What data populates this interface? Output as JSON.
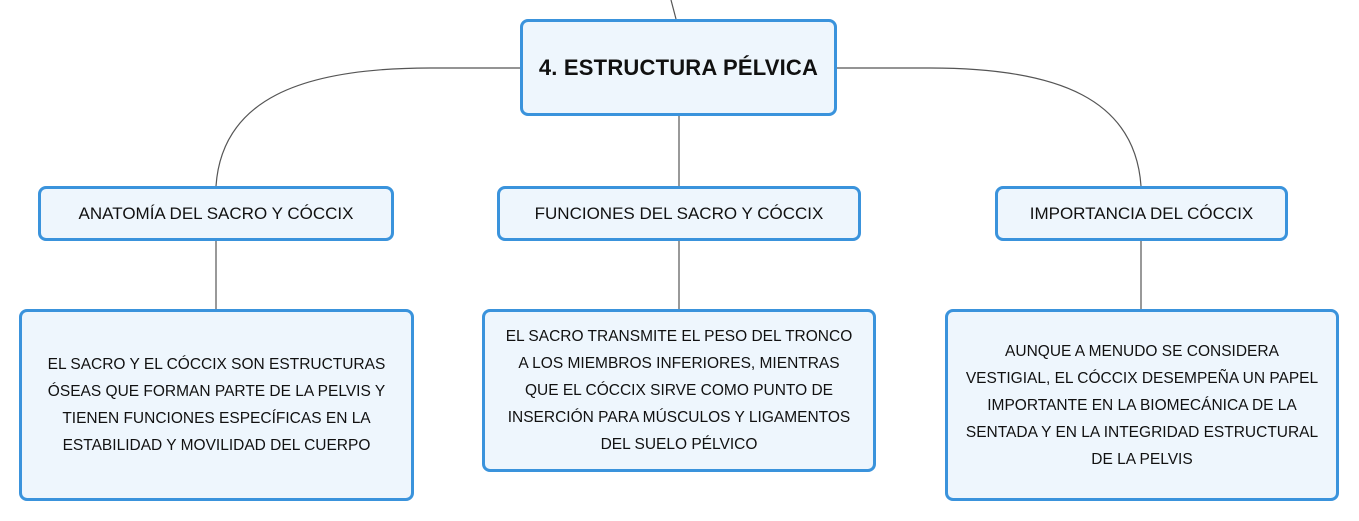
{
  "root": {
    "label": "4. ESTRUCTURA PÉLVICA"
  },
  "topics": [
    {
      "label": "ANATOMÍA DEL SACRO Y CÓCCIX",
      "detail": [
        "EL SACRO Y EL CÓCCIX SON ESTRUCTURAS",
        "ÓSEAS QUE FORMAN PARTE DE LA PELVIS Y",
        "TIENEN FUNCIONES ESPECÍFICAS EN LA",
        "ESTABILIDAD Y MOVILIDAD DEL CUERPO"
      ]
    },
    {
      "label": "FUNCIONES DEL SACRO Y CÓCCIX",
      "detail": [
        "EL SACRO TRANSMITE EL PESO DEL TRONCO",
        "A LOS MIEMBROS INFERIORES, MIENTRAS",
        "QUE EL CÓCCIX SIRVE COMO PUNTO DE",
        "INSERCIÓN PARA MÚSCULOS Y LIGAMENTOS",
        "DEL SUELO PÉLVICO"
      ]
    },
    {
      "label": "IMPORTANCIA DEL CÓCCIX",
      "detail": [
        "AUNQUE A MENUDO SE CONSIDERA",
        "VESTIGIAL, EL CÓCCIX DESEMPEÑA UN PAPEL",
        "IMPORTANTE EN LA BIOMECÁNICA DE LA",
        "SENTADA Y EN LA INTEGRIDAD ESTRUCTURAL",
        "DE LA PELVIS"
      ]
    }
  ],
  "colors": {
    "border": "#3a93dc",
    "fill": "#eef6fd",
    "connector": "#555555"
  }
}
